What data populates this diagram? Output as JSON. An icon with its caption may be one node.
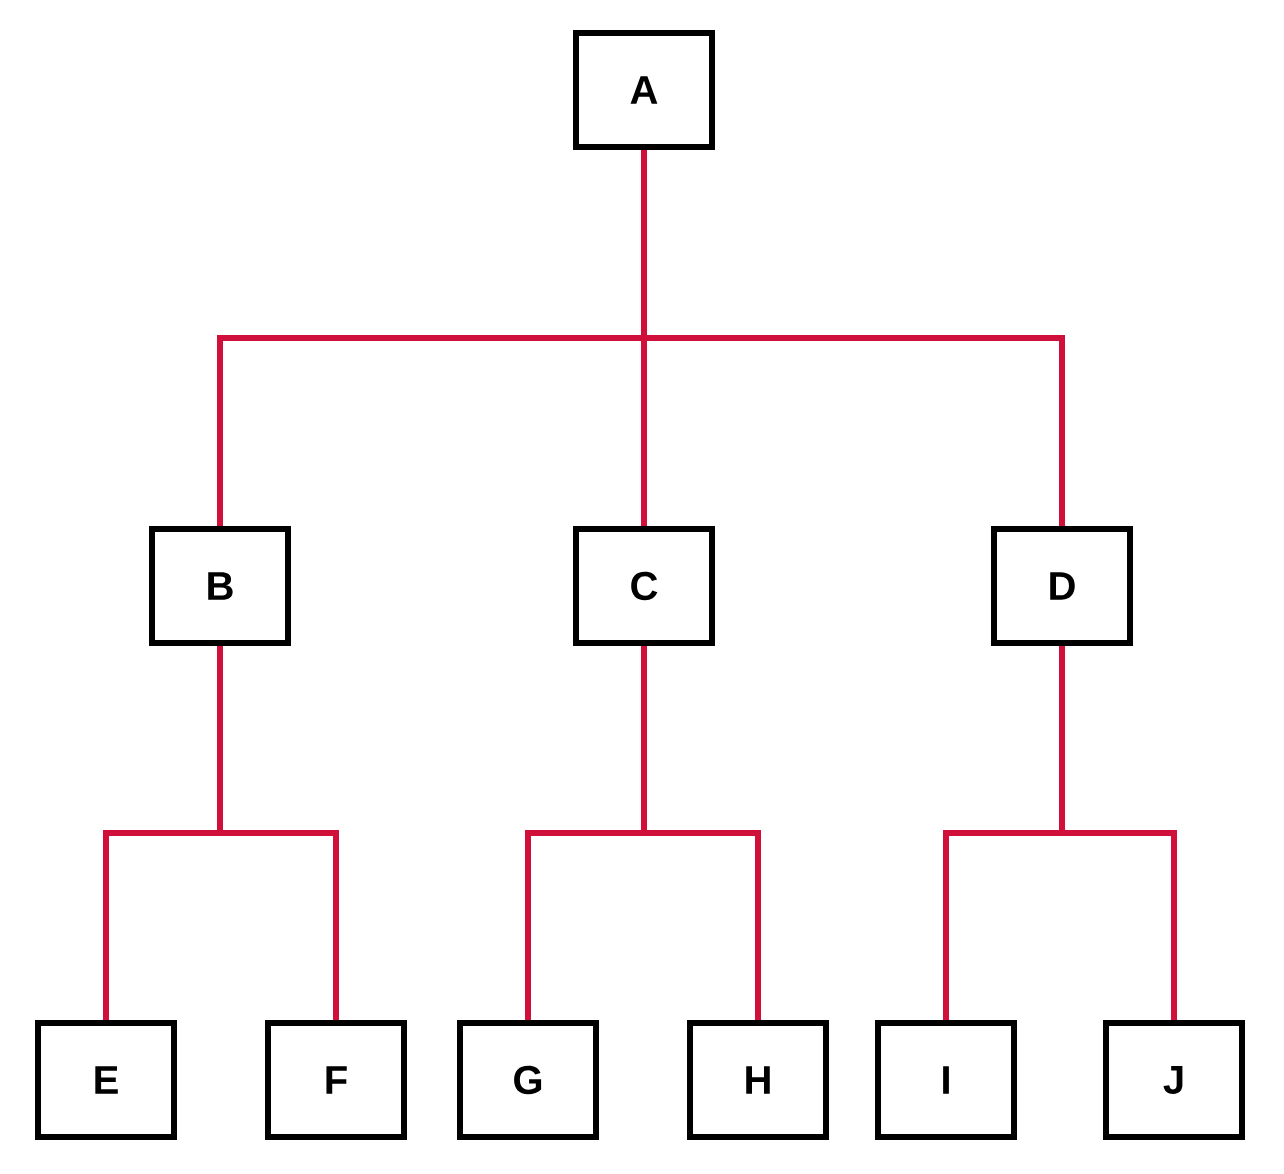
{
  "diagram": {
    "nodes": [
      {
        "text": [
          "A"
        ]
      },
      {
        "text": [
          "B"
        ]
      },
      {
        "text": [
          "C"
        ]
      },
      {
        "text": [
          "D"
        ]
      },
      {
        "text": [
          "E"
        ]
      },
      {
        "text": [
          "F"
        ]
      },
      {
        "text": [
          "G"
        ]
      },
      {
        "text": [
          "H"
        ]
      },
      {
        "text": [
          "I"
        ]
      },
      {
        "text": [
          "J"
        ]
      }
    ],
    "edges": [
      {
        "from": 0,
        "to": 1,
        "arrow": "none"
      },
      {
        "from": 0,
        "to": 2,
        "arrow": "none"
      },
      {
        "from": 0,
        "to": 3,
        "arrow": "none"
      },
      {
        "from": 1,
        "to": 4,
        "arrow": "none"
      },
      {
        "from": 1,
        "to": 5,
        "arrow": "none"
      },
      {
        "from": 2,
        "to": 6,
        "arrow": "none"
      },
      {
        "from": 2,
        "to": 7,
        "arrow": "none"
      },
      {
        "from": 3,
        "to": 8,
        "arrow": "none"
      },
      {
        "from": 3,
        "to": 9,
        "arrow": "none"
      }
    ]
  }
}
